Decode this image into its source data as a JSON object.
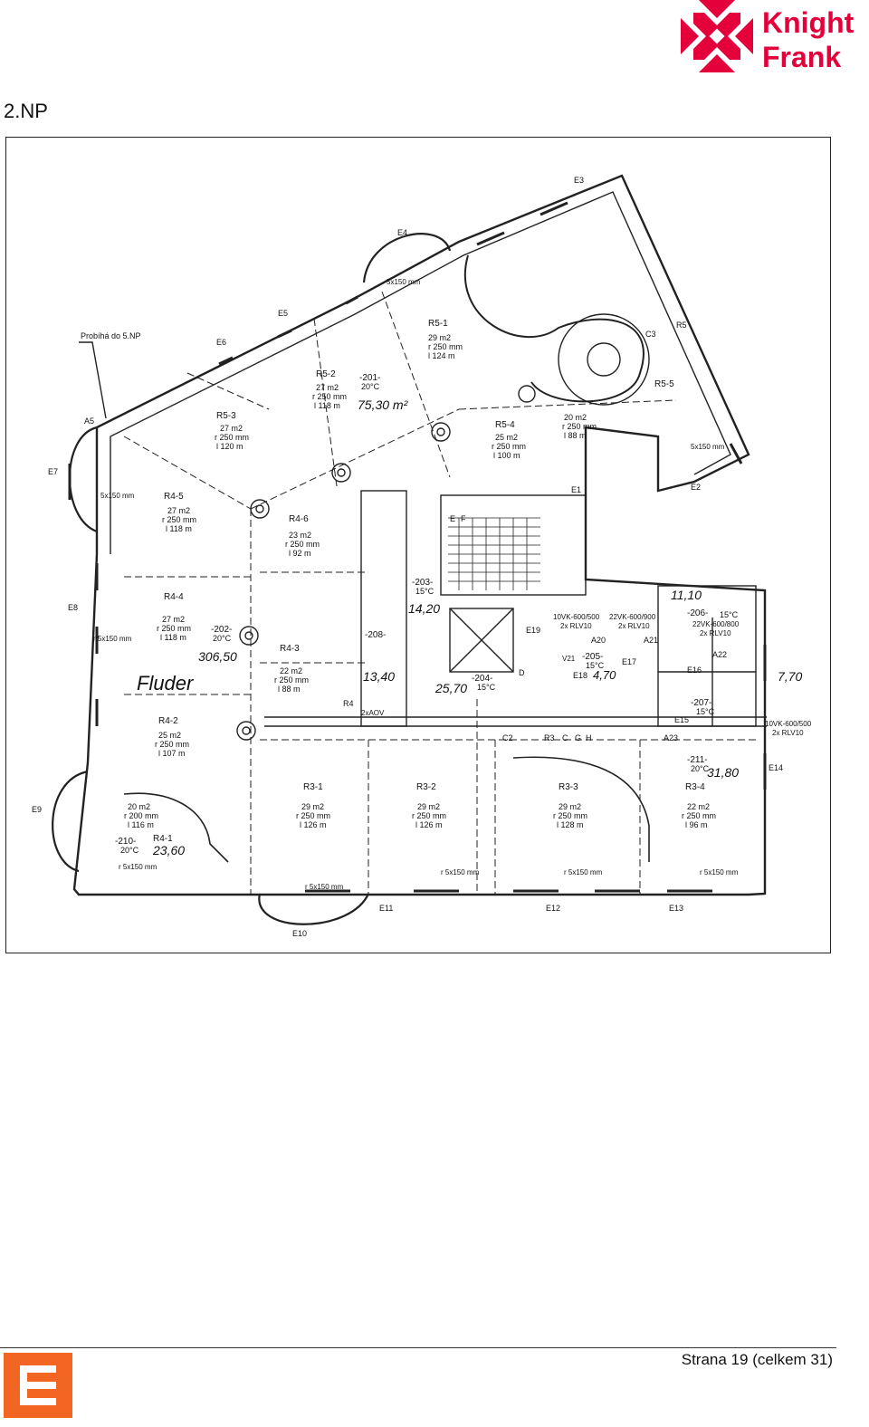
{
  "brand": {
    "logo_line1": "Knight",
    "logo_line2": "Frank",
    "color": "#e4003b"
  },
  "section_title": "2.NP",
  "footer": {
    "page_label": "Strana 19 (celkem 31)",
    "logo_color": "#f26522"
  },
  "plan": {
    "note_top": "Probíhá do 5.NP",
    "entrances": [
      "E1",
      "E2",
      "E3",
      "E4",
      "E5",
      "E6",
      "E7",
      "E8",
      "E9",
      "E10",
      "E11",
      "E12",
      "E13",
      "E14",
      "E15",
      "E16",
      "E17",
      "E18",
      "E19"
    ],
    "rooms": [
      {
        "code": "R5-1",
        "lines": [
          "29 m2",
          "r 250 mm",
          "l 124 m"
        ]
      },
      {
        "code": "R5-2",
        "lines": [
          "27 m2",
          "r 250 mm",
          "l 118 m"
        ]
      },
      {
        "code": "R5-3",
        "lines": [
          "27 m2",
          "r 250 mm",
          "l 120 m"
        ]
      },
      {
        "code": "R5-4",
        "lines": [
          "25 m2",
          "r 250 mm",
          "l 100 m"
        ]
      },
      {
        "code": "R5-5",
        "lines": [
          "20 m2",
          "r 250 mm",
          "l 88 m"
        ]
      },
      {
        "code": "R4-5",
        "lines": [
          "27 m2",
          "r 250 mm",
          "l 118 m"
        ]
      },
      {
        "code": "R4-6",
        "lines": [
          "23 m2",
          "r 250 mm",
          "l 92 m"
        ]
      },
      {
        "code": "R4-4",
        "lines": [
          "27 m2",
          "r 250 mm",
          "l 118 m"
        ]
      },
      {
        "code": "R4-3",
        "lines": [
          "22 m2",
          "r 250 mm",
          "l 88 m"
        ]
      },
      {
        "code": "R4-2",
        "lines": [
          "25 m2",
          "r 250 mm",
          "l 107 m"
        ]
      },
      {
        "code": "R4-1",
        "lines": [
          "20 m2",
          "r 200 mm",
          "l 116 m"
        ]
      },
      {
        "code": "R3-1",
        "lines": [
          "29 m2",
          "r 250 mm",
          "l 126 m"
        ]
      },
      {
        "code": "R3-2",
        "lines": [
          "29 m2",
          "r 250 mm",
          "l 126 m"
        ]
      },
      {
        "code": "R3-3",
        "lines": [
          "29 m2",
          "r 250 mm",
          "l 128 m"
        ]
      },
      {
        "code": "R3-4",
        "lines": [
          "22 m2",
          "r 250 mm",
          "l 96 m"
        ]
      }
    ],
    "zones": [
      {
        "code": "-201-",
        "temp": "20°C",
        "handwritten": "75,30 m²"
      },
      {
        "code": "-202-",
        "temp": "20°C",
        "handwritten": "306,50"
      },
      {
        "code": "-203-",
        "temp": "15°C",
        "handwritten": "14,20"
      },
      {
        "code": "-204-",
        "temp": "15°C",
        "handwritten": "25,70"
      },
      {
        "code": "-205-",
        "temp": "15°C",
        "handwritten": "4,70"
      },
      {
        "code": "-206-",
        "temp": "15°C",
        "handwritten": "11,10"
      },
      {
        "code": "-207-",
        "temp": "15°C",
        "handwritten": "7,70"
      },
      {
        "code": "-208-",
        "temp": "",
        "handwritten": "13,40"
      },
      {
        "code": "-210-",
        "temp": "20°C",
        "handwritten": "23,60"
      },
      {
        "code": "-211-",
        "temp": "20°C",
        "handwritten": "31,80"
      }
    ],
    "handwritten_note": "Fluder",
    "units": [
      "10VK-600/500",
      "2x RLV10",
      "22VK-600/900",
      "2x RLV10",
      "22VK-600/800",
      "2x RLV10",
      "10VK-600/500",
      "2x RLV10"
    ],
    "dims": [
      "5x150 mm",
      "r 5x150 mm",
      "2xAOV"
    ],
    "misc": [
      "A5",
      "A20",
      "A21",
      "A22",
      "A23",
      "C2",
      "C3",
      "R3",
      "R4",
      "R5",
      "V21",
      "C",
      "G",
      "H",
      "D",
      "E",
      "F"
    ]
  }
}
